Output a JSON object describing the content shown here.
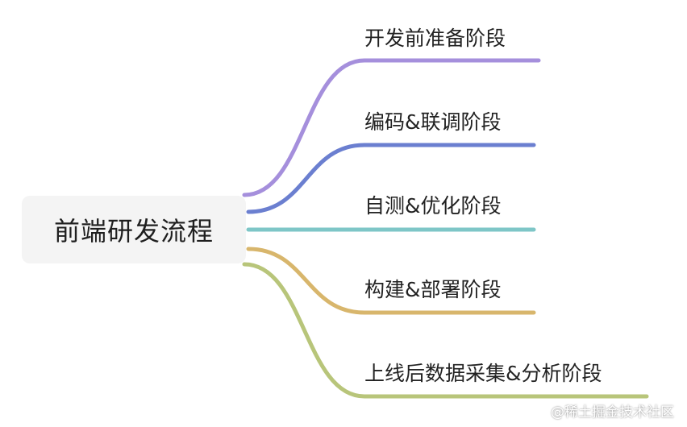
{
  "root": {
    "label": "前端研发流程"
  },
  "branches": [
    {
      "label": "开发前准备阶段",
      "color": "#a58fdc"
    },
    {
      "label": "编码&联调阶段",
      "color": "#6b7fd0"
    },
    {
      "label": "自测&优化阶段",
      "color": "#7ec6c7"
    },
    {
      "label": "构建&部署阶段",
      "color": "#d8b66c"
    },
    {
      "label": "上线后数据采集&分析阶段",
      "color": "#b8c57a"
    }
  ],
  "watermark": {
    "text": "@稀土掘金技术社区"
  }
}
